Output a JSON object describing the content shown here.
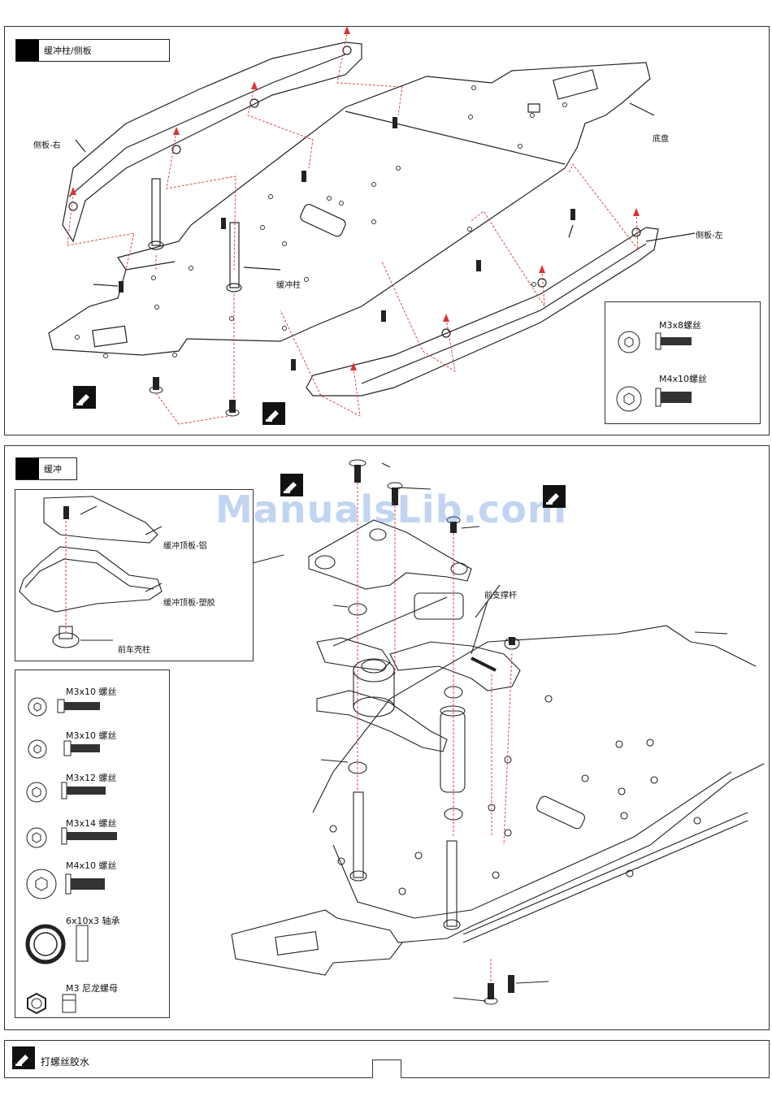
{
  "section1": {
    "title": "缓冲柱/侧板",
    "labels": {
      "side_right": "侧板-右",
      "chassis": "底盘",
      "side_left": "侧板-左",
      "shock_post": "缓冲柱"
    },
    "legend": [
      {
        "label": "M3x8螺丝"
      },
      {
        "label": "M4x10螺丝"
      }
    ]
  },
  "section2": {
    "title": "缓冲",
    "watermark": "ManualsLib.com",
    "inset_labels": {
      "top_plate_alu": "缓冲顶板-铝",
      "top_plate_plastic": "缓冲顶板-塑胶",
      "body_post": "前车壳柱"
    },
    "front_brace": "前支撑杆",
    "legend": [
      {
        "label": "M3x10 螺丝"
      },
      {
        "label": "M3x10 螺丝"
      },
      {
        "label": "M3x12 螺丝"
      },
      {
        "label": "M3x14 螺丝"
      },
      {
        "label": "M4x10 螺丝"
      },
      {
        "label": "6x10x3 轴承"
      },
      {
        "label": "M3 尼龙螺母"
      }
    ]
  },
  "footer": {
    "glue_note": "打螺丝胶水"
  }
}
